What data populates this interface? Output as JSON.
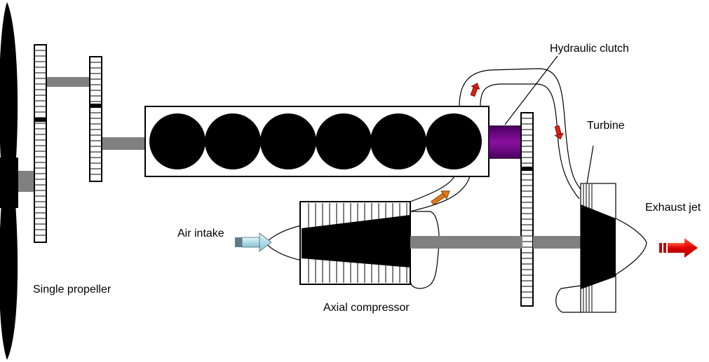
{
  "labels": {
    "hydraulic_clutch": "Hydraulic clutch",
    "turbine": "Turbine",
    "exhaust_jet": "Exhaust jet",
    "air_intake": "Air intake",
    "single_propeller": "Single propeller",
    "axial_compressor": "Axial compressor"
  },
  "colors": {
    "outline": "#000000",
    "shaft": "#808080",
    "clutch": "#7a0a8a",
    "flow_arrow": "#dd2211",
    "intake_arrow": "#b8e0e8",
    "compressor_arrow": "#e07818",
    "exhaust_arrow": "#ee1c0c"
  }
}
